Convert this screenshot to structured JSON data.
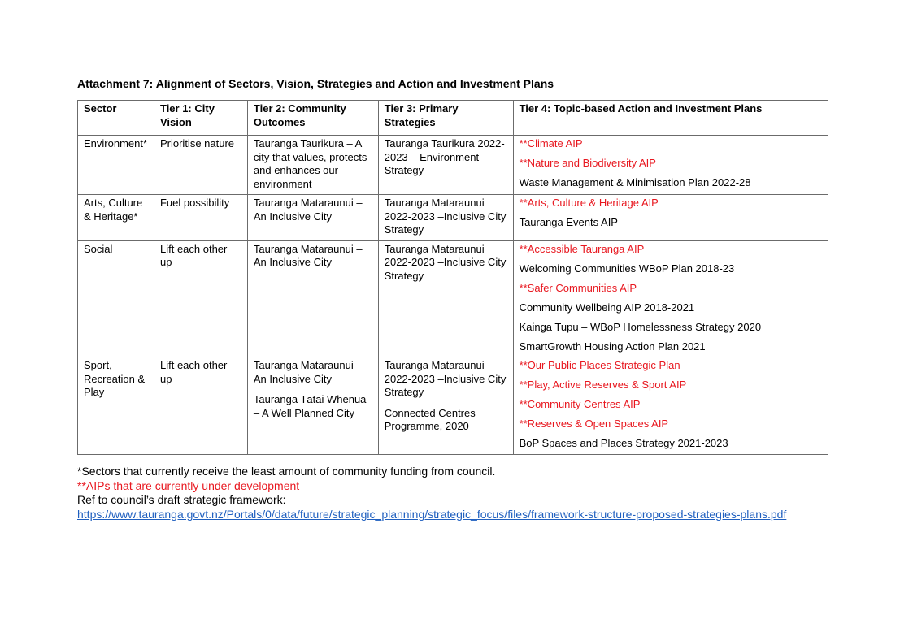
{
  "title": "Attachment 7: Alignment of Sectors, Vision, Strategies and Action and Investment Plans",
  "headers": [
    "Sector",
    "Tier 1: City Vision",
    "Tier 2: Community Outcomes",
    "Tier 3: Primary Strategies",
    "Tier 4: Topic-based Action and Investment Plans"
  ],
  "rows": [
    {
      "sector": "Environment*",
      "vision": "Prioritise nature",
      "outcomes": [
        "Tauranga Taurikura – A city that values, protects and enhances our environment"
      ],
      "strategies": [
        "Tauranga Taurikura 2022-2023 – Environment Strategy"
      ],
      "plans": [
        {
          "text": "**Climate AIP",
          "dev": true
        },
        {
          "text": "**Nature and Biodiversity AIP",
          "dev": true
        },
        {
          "text": "Waste Management & Minimisation Plan 2022-28",
          "dev": false
        }
      ]
    },
    {
      "sector": "Arts, Culture & Heritage*",
      "vision": "Fuel possibility",
      "outcomes": [
        "Tauranga Mataraunui – An Inclusive City"
      ],
      "strategies": [
        "Tauranga Mataraunui 2022-2023 –Inclusive City Strategy"
      ],
      "plans": [
        {
          "text": "**Arts, Culture & Heritage AIP",
          "dev": true
        },
        {
          "text": "Tauranga Events AIP",
          "dev": false
        }
      ]
    },
    {
      "sector": "Social",
      "vision": "Lift each other up",
      "outcomes": [
        "Tauranga Mataraunui – An Inclusive City"
      ],
      "strategies": [
        "Tauranga Mataraunui 2022-2023 –Inclusive City Strategy"
      ],
      "plans": [
        {
          "text": "**Accessible Tauranga AIP",
          "dev": true
        },
        {
          "text": "Welcoming Communities WBoP Plan 2018-23",
          "dev": false
        },
        {
          "text": "**Safer Communities AIP",
          "dev": true
        },
        {
          "text": "Community Wellbeing AIP 2018-2021",
          "dev": false
        },
        {
          "text": "Kainga Tupu – WBoP Homelessness Strategy 2020",
          "dev": false
        },
        {
          "text": "SmartGrowth Housing Action Plan 2021",
          "dev": false
        }
      ]
    },
    {
      "sector": "Sport, Recreation & Play",
      "vision": "Lift each other up",
      "outcomes": [
        "Tauranga Mataraunui – An Inclusive City",
        "Tauranga Tātai Whenua – A Well Planned City"
      ],
      "strategies": [
        "Tauranga Mataraunui 2022-2023 –Inclusive City Strategy",
        "Connected Centres Programme, 2020"
      ],
      "plans": [
        {
          "text": "**Our Public Places Strategic Plan",
          "dev": true
        },
        {
          "text": "**Play, Active Reserves & Sport AIP",
          "dev": true
        },
        {
          "text": "**Community Centres AIP",
          "dev": true
        },
        {
          "text": "**Reserves & Open Spaces AIP",
          "dev": true
        },
        {
          "text": "BoP Spaces and Places Strategy 2021-2023",
          "dev": false
        }
      ]
    }
  ],
  "notes": {
    "least_funding": "*Sectors that currently receive the least amount of community funding from council.",
    "under_development": "**AIPs that are currently under development",
    "ref": "Ref to council’s draft strategic framework:",
    "link": "https://www.tauranga.govt.nz/Portals/0/data/future/strategic_planning/strategic_focus/files/framework-structure-proposed-strategies-plans.pdf"
  },
  "colors": {
    "under_development": "#e8171f",
    "link": "#1f5fbf",
    "border": "#6b6b6b"
  }
}
